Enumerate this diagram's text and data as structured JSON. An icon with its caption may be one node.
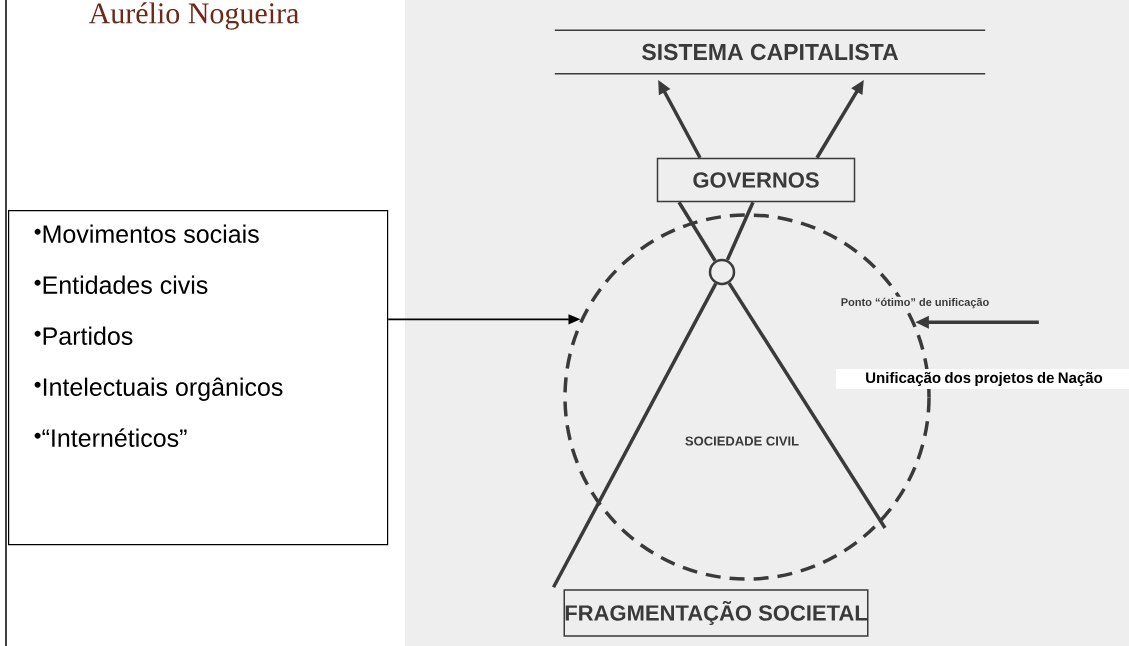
{
  "diagram": {
    "nodes": [
      {
        "text": [
          "SISTEMA CAPITALISTA"
        ]
      },
      {
        "text": [
          "GOVERNOS"
        ]
      },
      {
        "text": [
          "SOCIEDADE CIVIL"
        ]
      },
      {
        "text": [],
        "shape": "circle",
        "in": 2
      },
      {
        "text": [
          "Movimentos sociais",
          "Entidades civis",
          "Partidos",
          "Intelectuais orgânicos",
          "“Internéticos”"
        ]
      },
      {
        "text": [
          "FRAGMENTAÇÃO SOCIETAL"
        ]
      }
    ],
    "edges": [
      {
        "from": 1,
        "to": 0,
        "arrow": "to"
      },
      {
        "from": 1,
        "to": 0,
        "arrow": "to"
      },
      {
        "from": 3,
        "to": 1,
        "arrow": "none"
      },
      {
        "from": 3,
        "to": 1,
        "arrow": "none"
      },
      {
        "from": 5,
        "to": 3,
        "arrow": "none"
      },
      {
        "from": null,
        "to": 3,
        "arrow": "none"
      },
      {
        "from": 4,
        "to": 2,
        "arrow": "to",
        "color": "#000000"
      },
      {
        "from": null,
        "to": 2,
        "arrow": "to",
        "label": "Ponto “ótimo” de unificação"
      }
    ],
    "labels": [
      "Aurélio Nogueira",
      "Unificação dos projetos de Nação"
    ]
  }
}
